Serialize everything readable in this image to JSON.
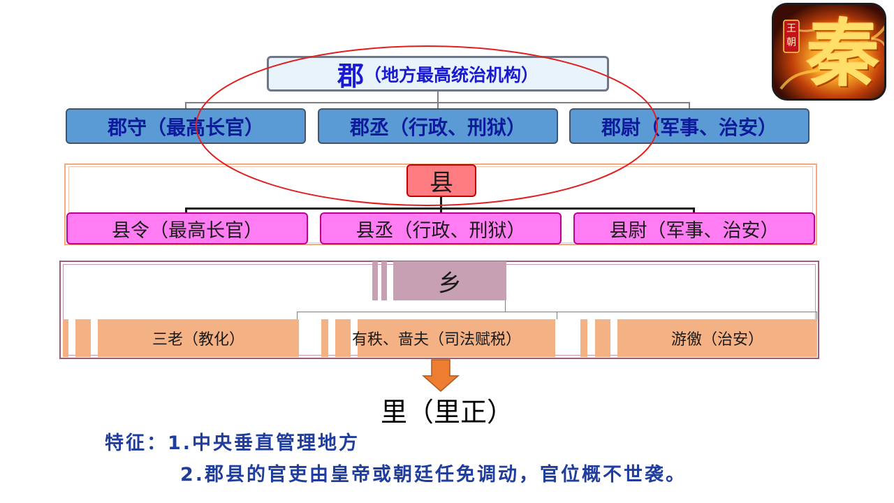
{
  "jun": {
    "title_main": "郡",
    "title_sub": "（地方最高统治机构）",
    "officials": [
      "郡守（最高长官）",
      "郡丞（行政、刑狱）",
      "郡尉（军事、治安）"
    ]
  },
  "xian": {
    "title": "县",
    "officials": [
      "县令（最高长官）",
      "县丞（行政、刑狱）",
      "县尉（军事、治安）"
    ]
  },
  "xiang": {
    "title": "乡",
    "officials": [
      "三老（教化）",
      "有秩、啬夫（司法赋税）",
      "游徼（治安）"
    ]
  },
  "li": "里（里正）",
  "features": {
    "line1": "特征：1.中央垂直管理地方",
    "line2": "2.郡县的官吏由皇帝或朝廷任免调动，官位概不世袭。"
  },
  "logo": {
    "small_text": "王朝",
    "big_char": "秦",
    "colors": {
      "glow": "#ffb92e",
      "seal": "#c0141a"
    }
  },
  "colors": {
    "jun_box": "#5b9bd5",
    "xian_top": "#ff7c80",
    "xian_box": "#ff7cf2",
    "xiang_top": "#c8a0b4",
    "xiang_box": "#f4b183",
    "ellipse": "#e02020",
    "arrow": "#ed7d31"
  }
}
